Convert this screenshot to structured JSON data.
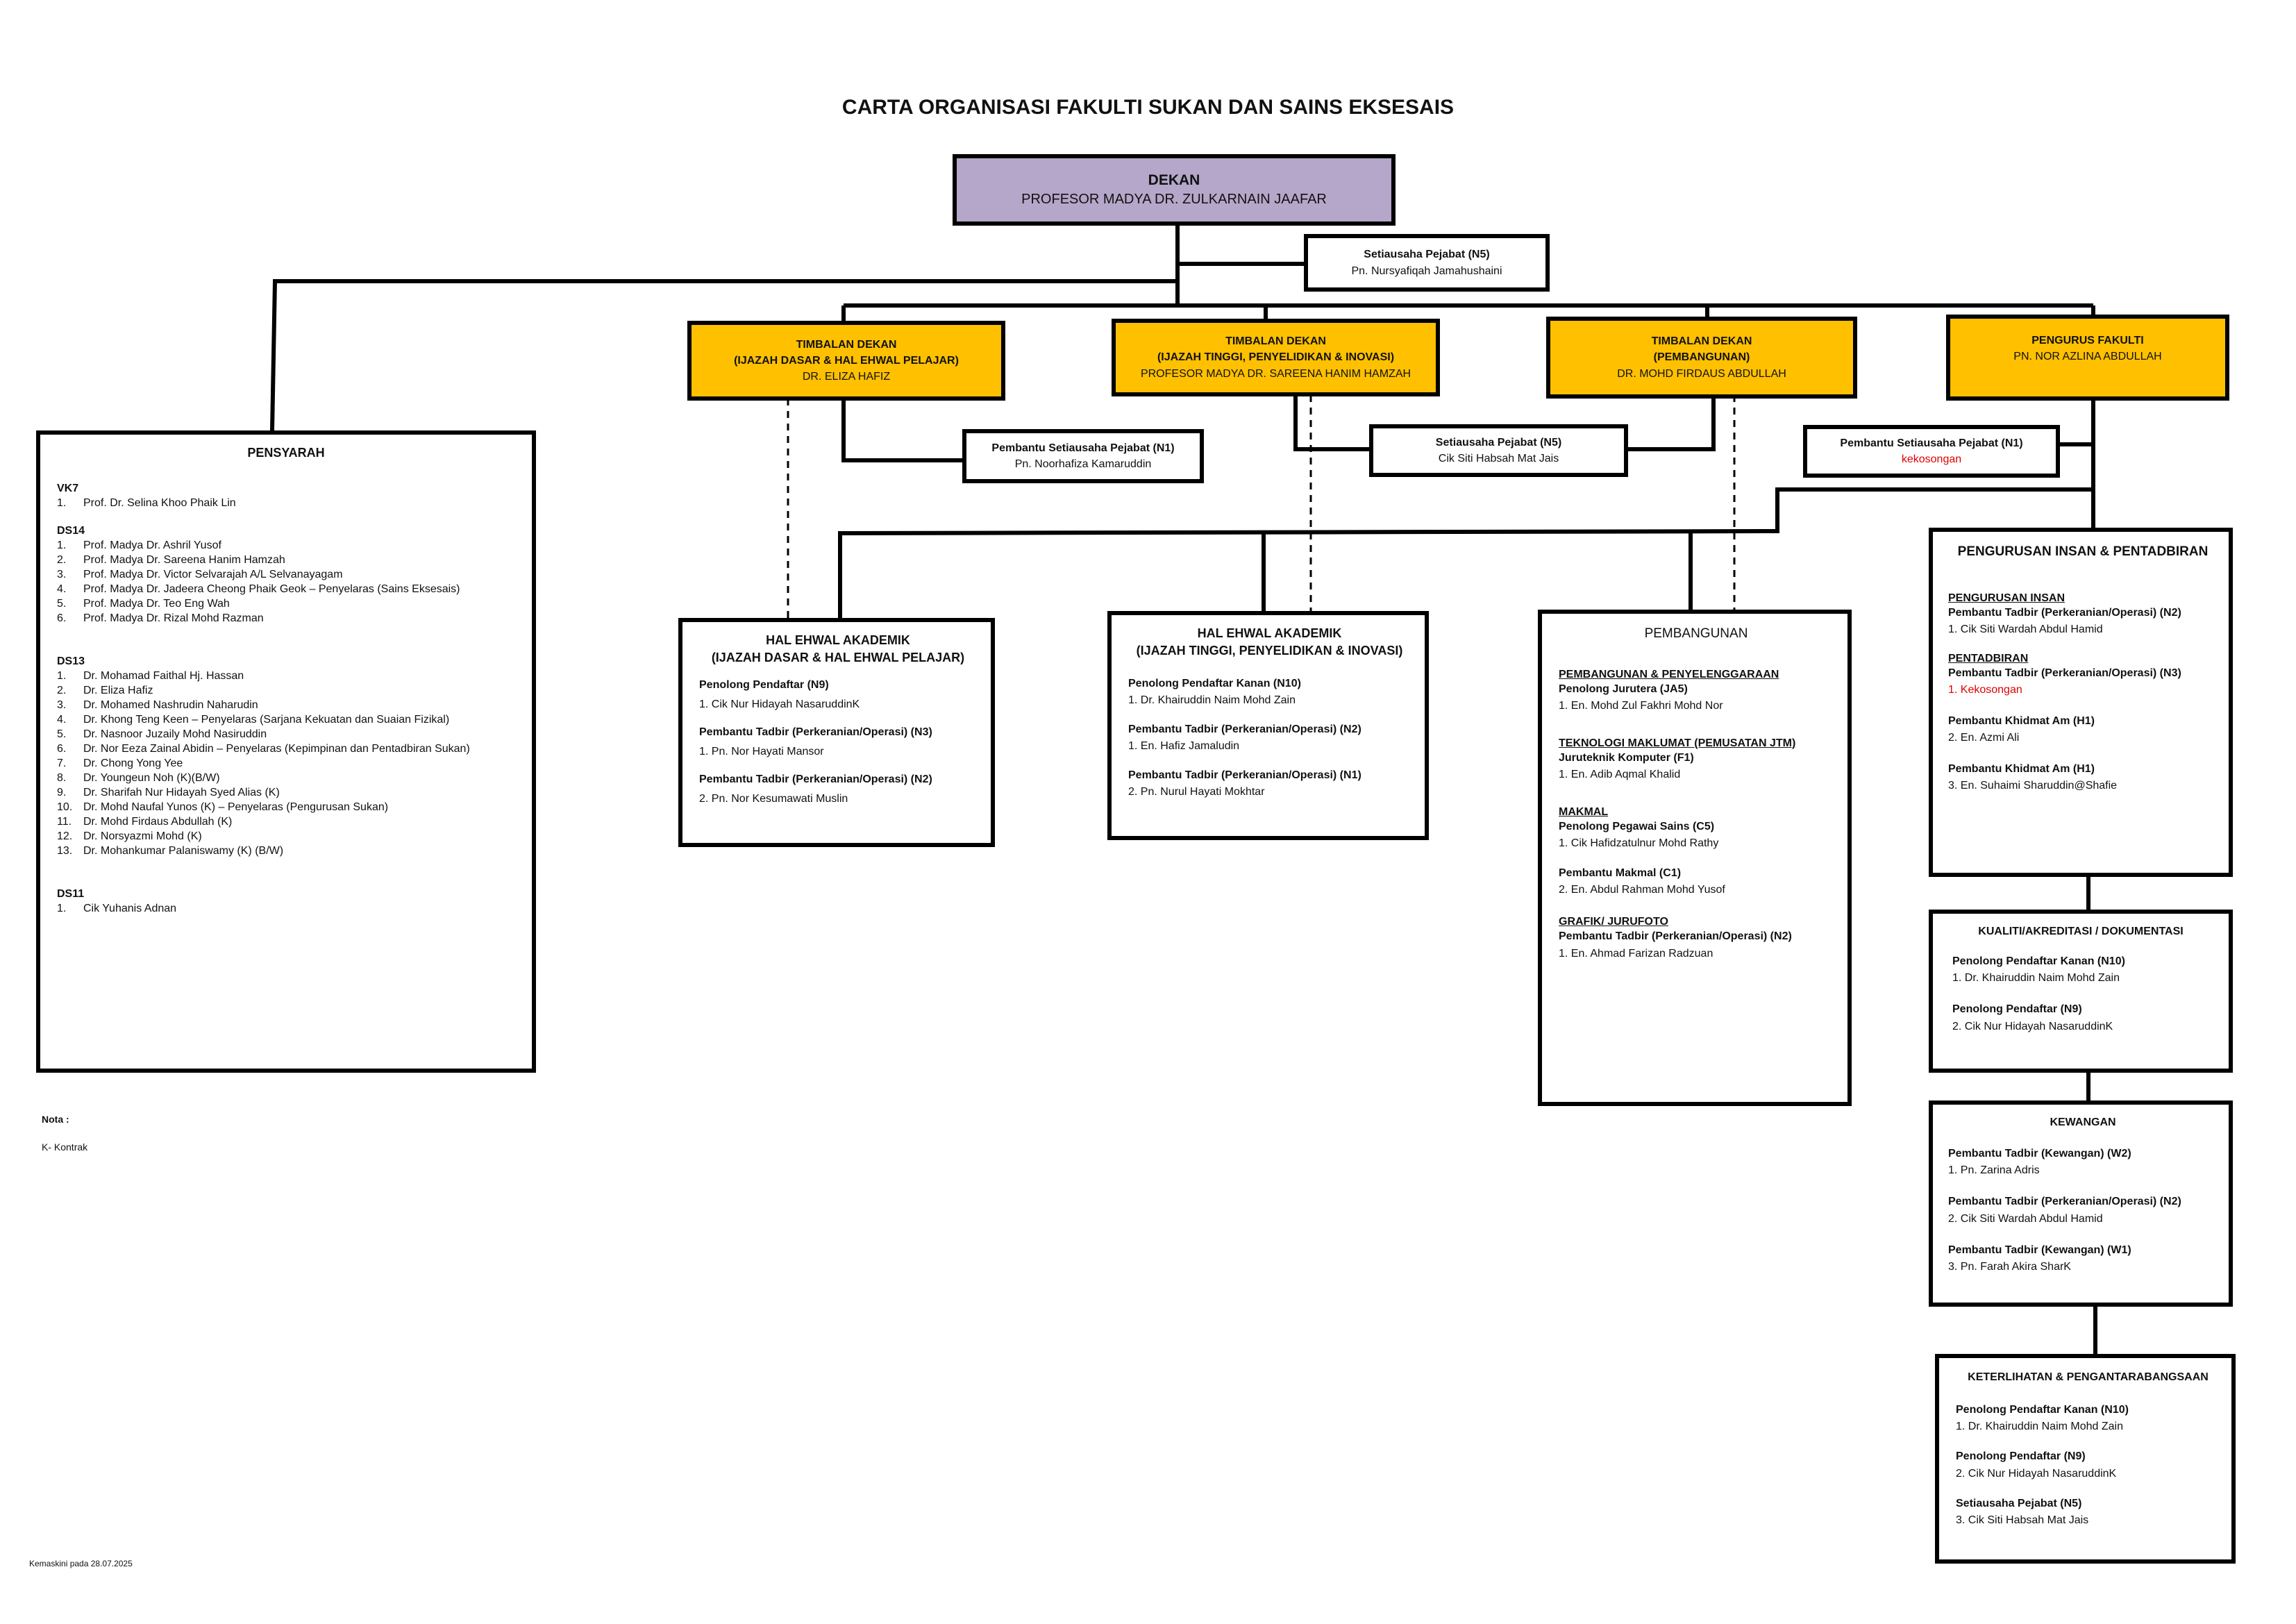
{
  "title": "CARTA ORGANISASI FAKULTI SUKAN DAN SAINS EKSESAIS",
  "dekan": {
    "role": "DEKAN",
    "name": "PROFESOR MADYA DR. ZULKARNAIN JAAFAR"
  },
  "setiausaha_dekan": {
    "role": "Setiausaha Pejabat (N5)",
    "name": "Pn. Nursyafiqah Jamahushaini"
  },
  "timbalan": [
    {
      "line1": "TIMBALAN DEKAN",
      "line2": "(IJAZAH DASAR & HAL EHWAL PELAJAR)",
      "name": "DR. ELIZA HAFIZ"
    },
    {
      "line1": "TIMBALAN DEKAN",
      "line2": "(IJAZAH TINGGI, PENYELIDIKAN & INOVASI)",
      "name": "PROFESOR MADYA DR. SAREENA HANIM HAMZAH"
    },
    {
      "line1": "TIMBALAN DEKAN",
      "line2": "(PEMBANGUNAN)",
      "name": "DR. MOHD FIRDAUS ABDULLAH"
    },
    {
      "line1": "PENGURUS FAKULTI",
      "line2": "PN. NOR AZLINA ABDULLAH"
    }
  ],
  "pembantu": [
    {
      "role": "Pembantu Setiausaha Pejabat (N1)",
      "name": "Pn. Noorhafiza Kamaruddin"
    },
    {
      "role": "Setiausaha Pejabat (N5)",
      "name": "Cik Siti Habsah Mat Jais"
    },
    {
      "role": "Pembantu Setiausaha Pejabat (N1)",
      "name": "kekosongan"
    }
  ],
  "pensyarah": {
    "heading": "PENSYARAH",
    "groups": [
      {
        "grade": "VK7",
        "members": [
          "Prof. Dr. Selina Khoo Phaik Lin"
        ]
      },
      {
        "grade": "DS14",
        "members": [
          "Prof. Madya Dr. Ashril Yusof",
          "Prof. Madya Dr. Sareena Hanim Hamzah",
          "Prof. Madya Dr. Victor Selvarajah A/L Selvanayagam",
          "Prof. Madya Dr. Jadeera Cheong Phaik Geok – Penyelaras (Sains Eksesais)",
          "Prof. Madya Dr. Teo Eng Wah",
          "Prof. Madya Dr. Rizal Mohd Razman"
        ]
      },
      {
        "grade": "DS13",
        "members": [
          "Dr. Mohamad Faithal Hj. Hassan",
          "Dr. Eliza Hafiz",
          "Dr. Mohamed Nashrudin Naharudin",
          "Dr. Khong Teng Keen – Penyelaras (Sarjana Kekuatan dan Suaian Fizikal)",
          "Dr. Nasnoor Juzaily Mohd Nasiruddin",
          "Dr. Nor Eeza Zainal Abidin – Penyelaras (Kepimpinan dan Pentadbiran Sukan)",
          "Dr. Chong Yong Yee",
          "Dr. Youngeun Noh (K)(B/W)",
          "Dr. Sharifah Nur Hidayah Syed Alias (K)",
          "Dr. Mohd Naufal Yunos (K) – Penyelaras (Pengurusan Sukan)",
          "Dr. Mohd Firdaus Abdullah (K)",
          "Dr. Norsyazmi Mohd (K)",
          "Dr. Mohankumar Palaniswamy (K) (B/W)"
        ]
      },
      {
        "grade": "DS11",
        "members": [
          "Cik Yuhanis Adnan"
        ]
      }
    ]
  },
  "hea_dasar": {
    "heading1": "HAL EHWAL AKADEMIK",
    "heading2": "(IJAZAH DASAR & HAL EHWAL PELAJAR)",
    "roles": [
      {
        "role": "Penolong Pendaftar (N9)",
        "name": "1. Cik Nur Hidayah NasaruddinK"
      },
      {
        "role": "Pembantu Tadbir (Perkeranian/Operasi) (N3)",
        "name": "1. Pn. Nor Hayati Mansor"
      },
      {
        "role": "Pembantu Tadbir (Perkeranian/Operasi) (N2)",
        "name": "2. Pn. Nor Kesumawati Muslin"
      }
    ]
  },
  "hea_tinggi": {
    "heading1": "HAL EHWAL AKADEMIK",
    "heading2": "(IJAZAH TINGGI, PENYELIDIKAN & INOVASI)",
    "roles": [
      {
        "role": "Penolong Pendaftar Kanan (N10)",
        "name": "1. Dr. Khairuddin Naim Mohd Zain"
      },
      {
        "role": "Pembantu Tadbir (Perkeranian/Operasi) (N2)",
        "name": "1. En. Hafiz Jamaludin"
      },
      {
        "role": "Pembantu Tadbir (Perkeranian/Operasi) (N1)",
        "name": "2. Pn. Nurul Hayati Mokhtar"
      }
    ]
  },
  "pembangunan": {
    "heading": "PEMBANGUNAN",
    "sections": [
      {
        "title": "PEMBANGUNAN & PENYELENGGARAAN",
        "role": "Penolong Jurutera (JA5)",
        "name": "1. En. Mohd Zul Fakhri Mohd Nor"
      },
      {
        "title": "TEKNOLOGI MAKLUMAT (PEMUSATAN JTM)",
        "role": "Juruteknik Komputer (F1)",
        "name": "1. En. Adib Aqmal Khalid"
      },
      {
        "title": "MAKMAL",
        "role": "Penolong Pegawai Sains (C5)",
        "name": "1. Cik Hafidzatulnur Mohd Rathy"
      },
      {
        "title": "",
        "role": "Pembantu Makmal (C1)",
        "name": "2. En. Abdul Rahman Mohd Yusof"
      },
      {
        "title": "GRAFIK/ JURUFOTO",
        "role": "Pembantu Tadbir (Perkeranian/Operasi) (N2)",
        "name": "1. En. Ahmad Farizan Radzuan"
      }
    ]
  },
  "pengurusan": {
    "heading": "PENGURUSAN INSAN & PENTADBIRAN",
    "sub1": "PENGURUSAN INSAN",
    "role1": "Pembantu Tadbir (Perkeranian/Operasi) (N2)",
    "name1": "1. Cik Siti Wardah Abdul Hamid",
    "sub2": "PENTADBIRAN",
    "role2": "Pembantu Tadbir (Perkeranian/Operasi) (N3)",
    "name2": "1. Kekosongan",
    "role3": "Pembantu Khidmat Am (H1)",
    "name3": "2. En. Azmi Ali",
    "role4": "Pembantu Khidmat Am (H1)",
    "name4": "3. En. Suhaimi Sharuddin@Shafie"
  },
  "kualiti": {
    "heading": "KUALITI/AKREDITASI / DOKUMENTASI",
    "role1": "Penolong Pendaftar Kanan (N10)",
    "name1": "1.  Dr. Khairuddin Naim Mohd Zain",
    "role2": "Penolong Pendaftar (N9)",
    "name2": "2.  Cik Nur Hidayah NasaruddinK"
  },
  "kewangan": {
    "heading": "KEWANGAN",
    "role1": "Pembantu Tadbir (Kewangan) (W2)",
    "name1": "1. Pn. Zarina Adris",
    "role2": "Pembantu Tadbir (Perkeranian/Operasi) (N2)",
    "name2": "2. Cik Siti Wardah Abdul Hamid",
    "role3": "Pembantu Tadbir (Kewangan) (W1)",
    "name3": "3. Pn. Farah Akira SharK"
  },
  "keterlihatan": {
    "heading": "KETERLIHATAN & PENGANTARABANGSAAN",
    "role1": "Penolong Pendaftar Kanan (N10)",
    "name1": "1.  Dr. Khairuddin Naim Mohd Zain",
    "role2": "Penolong Pendaftar (N9)",
    "name2": "2.  Cik Nur Hidayah  NasaruddinK",
    "role3": "Setiausaha Pejabat (N5)",
    "name3": "3. Cik Siti Habsah Mat Jais"
  },
  "nota": {
    "label": "Nota :",
    "text": "K- Kontrak"
  },
  "updated": "Kemaskini pada  28.07.2025",
  "colors": {
    "dekan": "#b4a7c9",
    "timbalan": "#ffc000",
    "vacant": "#e00000"
  }
}
